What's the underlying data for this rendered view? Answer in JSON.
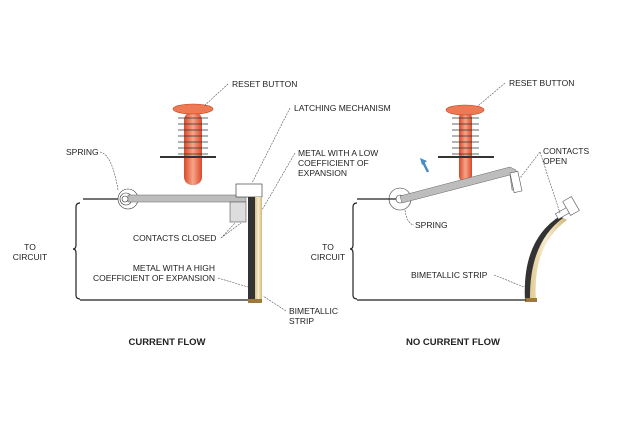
{
  "left_panel": {
    "title": "CURRENT FLOW",
    "labels": {
      "reset_button": "RESET BUTTON",
      "latching_mechanism": "LATCHING MECHANISM",
      "spring": "SPRING",
      "metal_low": [
        "METAL WITH A LOW",
        "COEFFICIENT OF",
        "EXPANSION"
      ],
      "contacts_closed": "CONTACTS CLOSED",
      "metal_high": [
        "METAL WITH A HIGH",
        "COEFFICIENT OF EXPANSION"
      ],
      "to_circuit": [
        "TO",
        "CIRCUIT"
      ],
      "bimetallic_strip": [
        "BIMETALLIC",
        "STRIP"
      ]
    }
  },
  "right_panel": {
    "title": "NO CURRENT FLOW",
    "labels": {
      "reset_button": "RESET BUTTON",
      "contacts_open": [
        "CONTACTS",
        "OPEN"
      ],
      "spring": "SPRING",
      "to_circuit": [
        "TO",
        "CIRCUIT"
      ],
      "bimetallic_strip": "BIMETALLIC STRIP"
    }
  },
  "colors": {
    "button": "#e8603c",
    "lever": "#b5b5b5",
    "metal_high": "#333333",
    "metal_low": "#e6d3a3",
    "arrow": "#4a8cc4"
  }
}
